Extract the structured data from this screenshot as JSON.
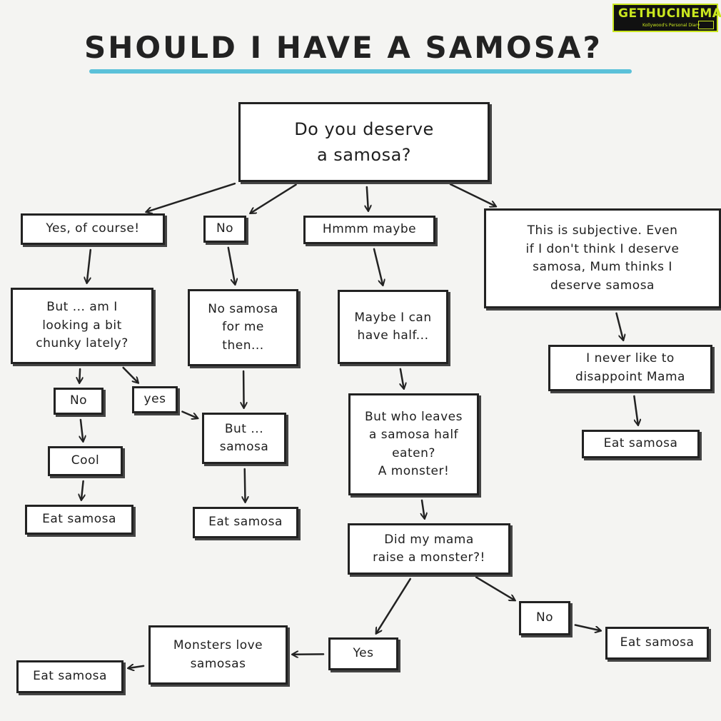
{
  "title": "SHOULD I HAVE A SAMOSA?",
  "logo": {
    "name": "GETHUCINEMA",
    "tagline": "Kollywood's Personal Diary"
  },
  "nodes": [
    {
      "id": "q1",
      "text": "Do you deserve\na samosa?"
    },
    {
      "id": "yes-course",
      "text": "Yes, of course!"
    },
    {
      "id": "no-1",
      "text": "No"
    },
    {
      "id": "hmm",
      "text": "Hmmm maybe"
    },
    {
      "id": "subjective",
      "text": "This is subjective. Even\nif I don't think I deserve\nsamosa, Mum thinks I\ndeserve samosa"
    },
    {
      "id": "chunky",
      "text": "But ... am I\nlooking a bit\nchunky lately?"
    },
    {
      "id": "no-samosa",
      "text": "No samosa\nfor me\nthen..."
    },
    {
      "id": "half",
      "text": "Maybe I can\nhave half..."
    },
    {
      "id": "disappoint",
      "text": "I never like to\ndisappoint Mama"
    },
    {
      "id": "no-2",
      "text": "No"
    },
    {
      "id": "yes-2",
      "text": "yes"
    },
    {
      "id": "but-samosa",
      "text": "But ...\nsamosa"
    },
    {
      "id": "who-leaves",
      "text": "But who leaves\na samosa half\neaten?\nA monster!"
    },
    {
      "id": "eat-right",
      "text": "Eat samosa"
    },
    {
      "id": "cool",
      "text": "Cool"
    },
    {
      "id": "eat-1",
      "text": "Eat samosa"
    },
    {
      "id": "eat-2",
      "text": "Eat samosa"
    },
    {
      "id": "raise-monster",
      "text": "Did my mama\nraise a monster?!"
    },
    {
      "id": "no-3",
      "text": "No"
    },
    {
      "id": "eat-3",
      "text": "Eat samosa"
    },
    {
      "id": "monsters-love",
      "text": "Monsters love\nsamosas"
    },
    {
      "id": "yes-3",
      "text": "Yes"
    },
    {
      "id": "eat-4",
      "text": "Eat samosa"
    }
  ],
  "edges": [
    {
      "from": "q1",
      "to": "yes-course"
    },
    {
      "from": "q1",
      "to": "no-1"
    },
    {
      "from": "q1",
      "to": "hmm"
    },
    {
      "from": "q1",
      "to": "subjective"
    },
    {
      "from": "yes-course",
      "to": "chunky"
    },
    {
      "from": "no-1",
      "to": "no-samosa"
    },
    {
      "from": "hmm",
      "to": "half"
    },
    {
      "from": "subjective",
      "to": "disappoint"
    },
    {
      "from": "chunky",
      "to": "no-2"
    },
    {
      "from": "chunky",
      "to": "yes-2"
    },
    {
      "from": "no-2",
      "to": "cool"
    },
    {
      "from": "cool",
      "to": "eat-1"
    },
    {
      "from": "yes-2",
      "to": "but-samosa"
    },
    {
      "from": "no-samosa",
      "to": "but-samosa"
    },
    {
      "from": "but-samosa",
      "to": "eat-2"
    },
    {
      "from": "half",
      "to": "who-leaves"
    },
    {
      "from": "who-leaves",
      "to": "raise-monster"
    },
    {
      "from": "disappoint",
      "to": "eat-right"
    },
    {
      "from": "raise-monster",
      "to": "yes-3"
    },
    {
      "from": "raise-monster",
      "to": "no-3"
    },
    {
      "from": "no-3",
      "to": "eat-3"
    },
    {
      "from": "yes-3",
      "to": "monsters-love"
    },
    {
      "from": "monsters-love",
      "to": "eat-4"
    }
  ]
}
